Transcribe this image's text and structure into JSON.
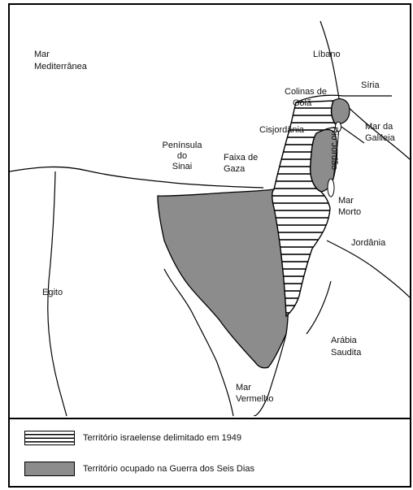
{
  "labels": {
    "mediterranean": [
      "Mar",
      "Mediterrânea"
    ],
    "lebanon": "Líbano",
    "syria": "Síria",
    "golan": [
      "Colinas de",
      "Golã"
    ],
    "galilee": [
      "Mar da",
      "Galileia"
    ],
    "west_bank": "Cisjordânia",
    "sinai": [
      "Península",
      "do",
      "Sinai"
    ],
    "gaza": [
      "Faixa de",
      "Gaza"
    ],
    "jordan_river": "Rio Jordão",
    "dead_sea": [
      "Mar",
      "Morto"
    ],
    "jordan": "Jordânia",
    "egypt": "Egito",
    "saudi": [
      "Arábia",
      "Saudita"
    ],
    "red_sea": [
      "Mar",
      "Vermelho"
    ]
  },
  "legend": [
    {
      "label": "Território israelense delimitado em 1949",
      "pattern": "striped"
    },
    {
      "label": "Território ocupado na Guerra dos Seis Dias",
      "pattern": "grey"
    }
  ],
  "colors": {
    "occupied": "#8c8c8c",
    "outline": "#000000",
    "background": "#ffffff"
  }
}
